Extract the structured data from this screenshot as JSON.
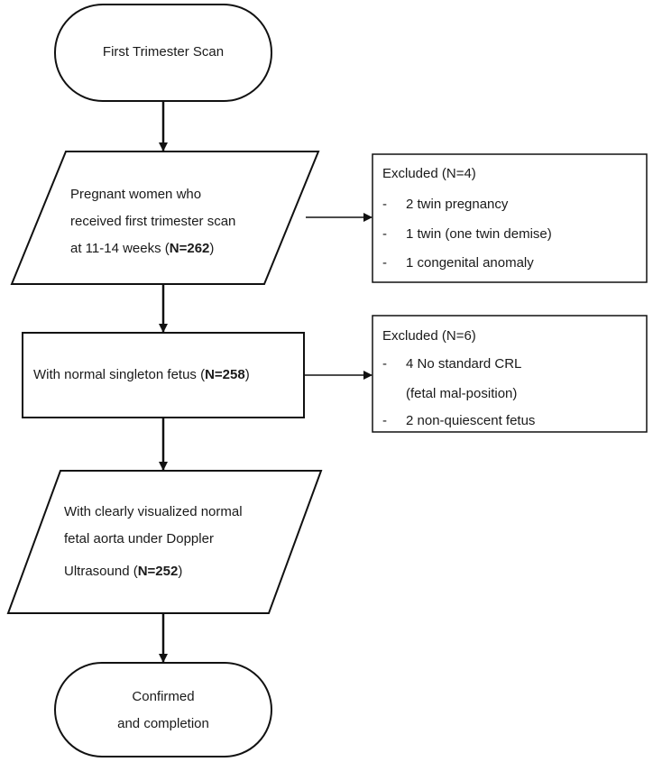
{
  "flowchart": {
    "start": {
      "label": "First Trimester Scan"
    },
    "step1": {
      "lines": [
        "Pregnant women who",
        "received first trimester scan"
      ],
      "line3_prefix": "at 11-14 weeks (",
      "line3_bold": "N=262",
      "line3_suffix": ")"
    },
    "step2": {
      "prefix": "With normal singleton fetus (",
      "bold": "N=258",
      "suffix": ")"
    },
    "step3": {
      "lines": [
        "With clearly visualized normal",
        "fetal aorta under Doppler"
      ],
      "line3_prefix": "Ultrasound (",
      "line3_bold": "N=252",
      "line3_suffix": ")"
    },
    "end": {
      "lines": [
        "Confirmed",
        "and completion"
      ]
    },
    "excluded1": {
      "title": "Excluded (N=4)",
      "items": [
        "2 twin pregnancy",
        "1 twin (one twin demise)",
        "1 congenital anomaly"
      ]
    },
    "excluded2": {
      "title": "Excluded (N=6)",
      "items": [
        "4 No standard CRL",
        "(fetal mal-position)",
        "2 non-quiescent fetus"
      ],
      "dash": "-"
    }
  }
}
